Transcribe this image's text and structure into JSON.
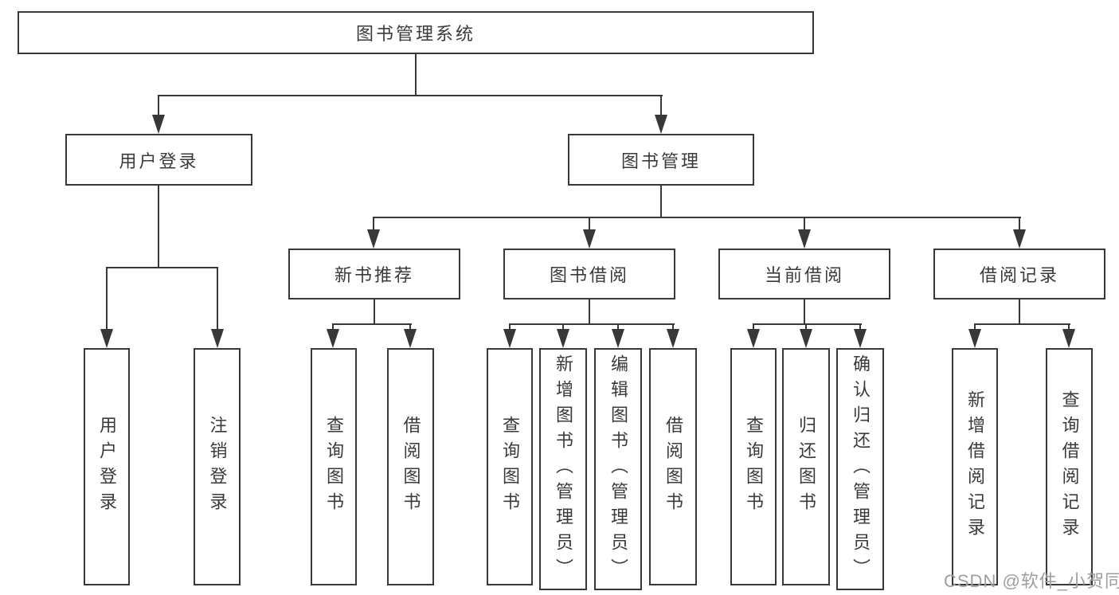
{
  "diagram": {
    "root": "图书管理系统",
    "level2": {
      "login": "用户登录",
      "management": "图书管理"
    },
    "level3": {
      "new_book": "新书推荐",
      "borrow": "图书借阅",
      "current": "当前借阅",
      "records": "借阅记录"
    },
    "leaves": {
      "login_user": "用户登录",
      "login_logout": "注销登录",
      "new_book_query": "查询图书",
      "new_book_borrow": "借阅图书",
      "borrow_query": "查询图书",
      "borrow_add": "新增图书（管理员）",
      "borrow_edit": "编辑图书（管理员）",
      "borrow_borrow": "借阅图书",
      "current_query": "查询图书",
      "current_return": "归还图书",
      "current_confirm": "确认归还（管理员）",
      "records_add": "新增借阅记录",
      "records_query": "查询借阅记录"
    },
    "watermark": "CSDN @软件_小贺同学",
    "colors": {
      "line": "#383838",
      "text": "#3a3a3a",
      "watermark": "#9e9ea3",
      "background": "#ffffff"
    }
  }
}
